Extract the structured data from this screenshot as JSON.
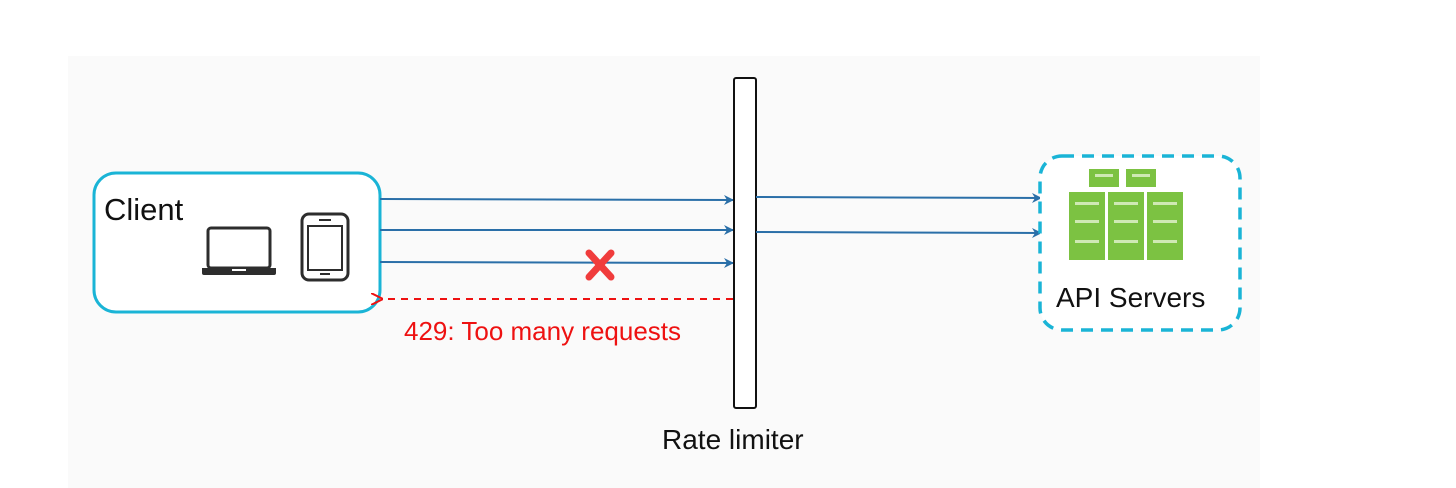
{
  "diagram": {
    "client_label": "Client",
    "rate_limiter_label": "Rate limiter",
    "api_servers_label": "API Servers",
    "error_label": "429: Too many requests"
  },
  "colors": {
    "client_border": "#1ab4d6",
    "api_border": "#1ab4d6",
    "arrow": "#2a6fa8",
    "error": "#ee1111",
    "blocked_mark": "#f03c3c",
    "server_green": "#7cc242",
    "server_light": "#cfe9b4",
    "device": "#2d2d2d"
  },
  "icons": {
    "client_devices": [
      "laptop-icon",
      "phone-icon"
    ],
    "api": "server-cluster-icon",
    "blocked": "blocked-x-icon"
  }
}
